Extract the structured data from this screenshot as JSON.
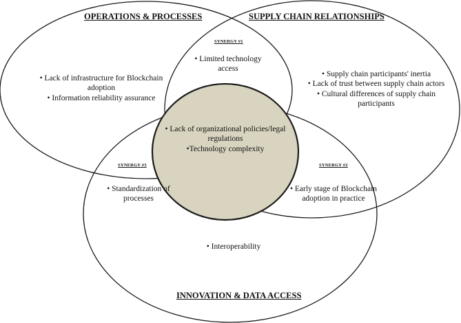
{
  "titles": {
    "operations": "OPERATIONS & PROCESSES",
    "supply_chain": "SUPPLY CHAIN RELATIONSHIPS",
    "innovation": "INNOVATION & DATA ACCESS"
  },
  "synergies": {
    "s1": "SYNERGY #1",
    "s2": "SYNERGY #2",
    "s3": "SYNERGY #3"
  },
  "operations_items": [
    "• Lack of infrastructure for Blockchain",
    "adoption",
    "• Information reliability assurance"
  ],
  "supply_chain_items": [
    "• Supply chain participants' inertia",
    "• Lack of trust between supply chain actors",
    "• Cultural differences of supply chain",
    "participants"
  ],
  "synergy1_items": [
    "• Limited technology",
    "access"
  ],
  "center_items": [
    "• Lack of organizational policies/legal",
    "regulations",
    "•Technology complexity"
  ],
  "synergy2_items": [
    "• Early stage of Blockchain",
    "adoption in practice"
  ],
  "synergy3_items": [
    "• Standardization of",
    "processes"
  ],
  "innovation_items": [
    "• Interoperability"
  ],
  "colors": {
    "center_fill": "#d8d4bf",
    "outline": "#1a1a1a",
    "dotted_outline": "#9a9a9a"
  }
}
